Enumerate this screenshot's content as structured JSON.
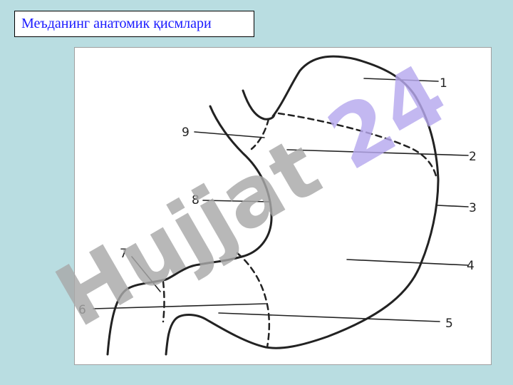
{
  "title": "Меъданинг анатомик қисмлари",
  "diagram": {
    "labels": [
      "1",
      "2",
      "3",
      "4",
      "5",
      "6",
      "7",
      "8",
      "9"
    ]
  },
  "watermark": {
    "text": "Hujjat 24",
    "colors": {
      "first": "#a9a9a9",
      "second": "#b7a9ee"
    }
  },
  "colors": {
    "background": "#b9dde1",
    "title_text": "#1a1aff",
    "line": "#222222"
  }
}
